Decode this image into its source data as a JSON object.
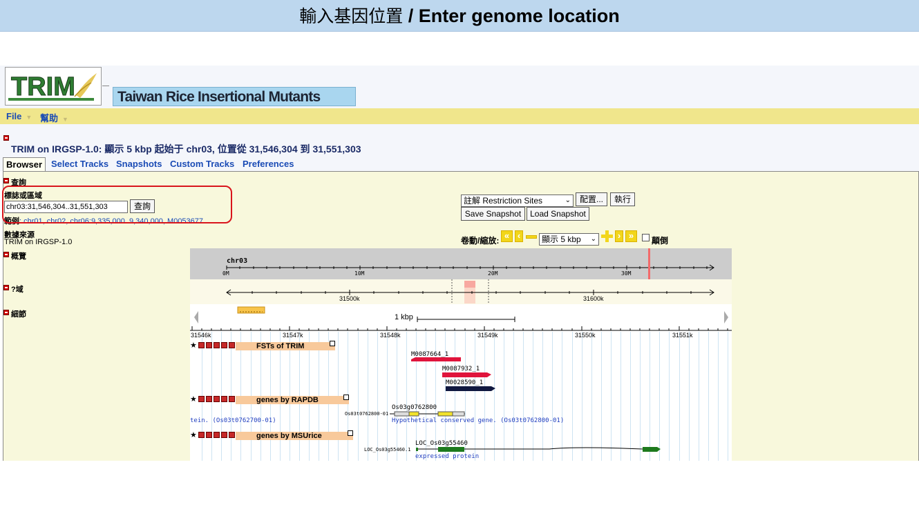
{
  "slide": {
    "title_cn": "輸入基因位置",
    "title_sep": " / ",
    "title_en": "Enter genome location"
  },
  "header": {
    "logo_text": "TRIM",
    "db_name": "Taiwan Rice Insertional Mutants Database"
  },
  "menu": {
    "file": "File",
    "help": "幫助"
  },
  "page": {
    "title": "TRIM on IRGSP-1.0: 顯示 5 kbp 起始于 chr03, 位置從 31,546,304 到 31,551,303"
  },
  "tabs": [
    "Browser",
    "Select Tracks",
    "Snapshots",
    "Custom Tracks",
    "Preferences"
  ],
  "search": {
    "section": "查詢",
    "label": "標誌或區域",
    "value": "chr03:31,546,304..31,551,303",
    "button": "查詢",
    "examples_label": "範例",
    "examples": ": chr01, chr02, chr06:9,335,000..9,340,000, M0053677"
  },
  "datasource": {
    "label": "數據來源",
    "value": "TRIM on IRGSP-1.0"
  },
  "sections": {
    "overview": "概覽",
    "region": "?域",
    "details": "細節"
  },
  "tools": {
    "annotate_select": "註解 Restriction Sites",
    "config_button": "配置...",
    "go_button": "執行",
    "save_snapshot": "Save Snapshot",
    "load_snapshot": "Load Snapshot",
    "scroll_label": "卷動/縮放:",
    "zoom_select": "顯示 5 kbp",
    "flip_label": "顛倒"
  },
  "overview": {
    "chrom": "chr03",
    "ticks": [
      "0M",
      "10M",
      "20M",
      "30M"
    ]
  },
  "region": {
    "ticks": [
      "31500k",
      "31600k"
    ]
  },
  "details": {
    "scale_label": "1 kbp",
    "ticks": [
      "31546k",
      "31547k",
      "31548k",
      "31549k",
      "31550k",
      "31551k"
    ],
    "tracks": [
      {
        "name": "FSTs of TRIM",
        "features": [
          "M0087664_1",
          "M0087932_1",
          "M0028590_1"
        ]
      },
      {
        "name": "genes by RAPDB",
        "gene": "Os03g0762800",
        "gene_left": "Os03t0762800-01",
        "desc_left": "tein. (Os03t0762700-01)",
        "desc_right": "Hypothetical conserved gene. (Os03t0762800-01)"
      },
      {
        "name": "genes by MSUrice",
        "gene": "LOC_Os03g55460",
        "gene_left": "LOC_Os03g55460.1",
        "desc": "expressed protein"
      }
    ]
  },
  "colors": {
    "slide_banner": "#bdd7ee",
    "menubar": "#f0e68c",
    "panel": "#f8f8dc",
    "track_header": "#f8c99b",
    "highlight_box": "#d9141b",
    "link": "#1a4bb5"
  }
}
